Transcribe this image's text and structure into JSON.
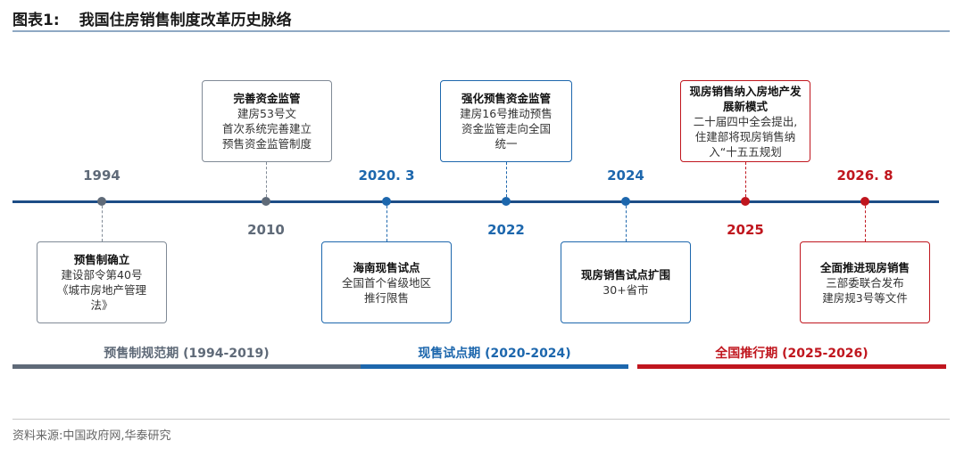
{
  "title": {
    "label": "图表1:",
    "text": "我国住房销售制度改革历史脉络"
  },
  "timeline": [
    {
      "year": "1994",
      "box_title": "预售制确立",
      "box_lines": [
        "建设部令第40号",
        "《城市房地产管理",
        "法》"
      ]
    },
    {
      "year": "2010",
      "box_title": "完善资金监管",
      "box_lines": [
        "建房53号文",
        "首次系统完善建立",
        "预售资金监管制度"
      ]
    },
    {
      "year": "2020. 3",
      "box_title": "海南现售试点",
      "box_lines": [
        "全国首个省级地区",
        "推行限售"
      ]
    },
    {
      "year": "2022",
      "box_title": "强化预售资金监管",
      "box_lines": [
        "建房16号推动预售",
        "资金监管走向全国",
        "统一"
      ]
    },
    {
      "year": "2024",
      "box_title": "现房销售试点扩围",
      "box_lines": [
        "30+省市"
      ]
    },
    {
      "year": "2025",
      "box_title": "现房销售纳入房地产发展新模式",
      "box_lines": [
        "二十届四中全会提出,",
        "住建部将现房销售纳",
        "入“十五五规划"
      ]
    },
    {
      "year": "2026. 8",
      "box_title": "全面推进现房销售",
      "box_lines": [
        "三部委联合发布",
        "建房规3号等文件"
      ]
    }
  ],
  "phases": [
    {
      "label": "预售制规范期 (1994-2019)"
    },
    {
      "label": "现售试点期 (2020-2024)"
    },
    {
      "label": "全国推行期 (2025-2026)"
    }
  ],
  "colors": {
    "gray": "#5f6a78",
    "blue": "#1d67ad",
    "red": "#c0161e",
    "axis": "#1d4d86"
  },
  "source": "资料来源:中国政府网,华泰研究"
}
